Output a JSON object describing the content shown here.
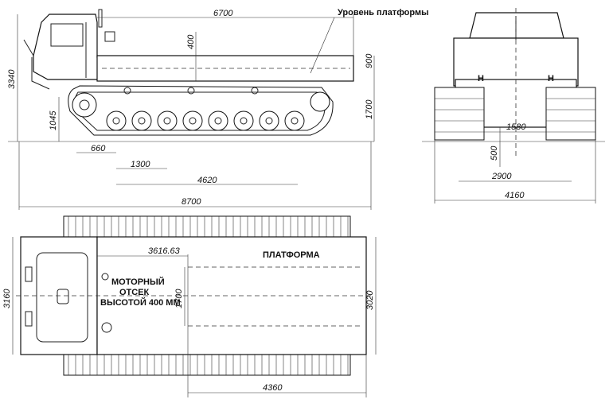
{
  "labels": {
    "platform_level": "Уровень платформы",
    "platform": "ПЛАТФОРМА",
    "engine_line1": "МОТОРНЫЙ",
    "engine_line2": "ОТСЕК",
    "engine_line3": "ВЫСОТОЙ 400 ММ"
  },
  "dimensions": {
    "platform_length": "6700",
    "cab_offset": "400",
    "total_height": "3340",
    "platform_height": "900",
    "deck_height": "1700",
    "clearance_front": "1045",
    "overhang": "660",
    "wheel_pitch": "1300",
    "track_base": "4620",
    "total_length": "8700",
    "track_gauge": "1580",
    "ground_clearance": "500",
    "track_width": "2900",
    "total_width": "4160",
    "plan_width": "3160",
    "platform_offset": "3616.63",
    "engine_width": "1700",
    "platform_width": "3020",
    "platform_plan_length": "4360"
  },
  "marks": {
    "front_h_left": "H",
    "front_h_right": "H"
  }
}
